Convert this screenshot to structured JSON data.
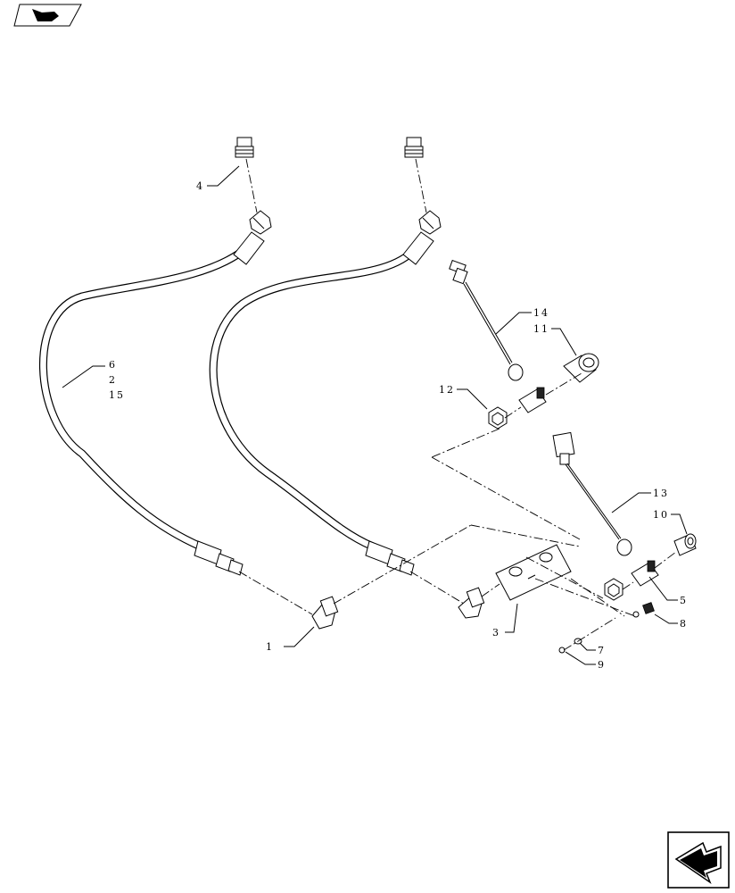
{
  "callouts": {
    "c1": "1",
    "c2": "2",
    "c3": "3",
    "c4": "4",
    "c5": "5",
    "c6": "6",
    "c7": "7",
    "c8": "8",
    "c9": "9",
    "c10": "10",
    "c11": "11",
    "c12": "12",
    "c13": "13",
    "c14": "14",
    "c15": "15"
  },
  "icons": {
    "top_left": "view-direction-arrow-icon",
    "bottom_right": "next-page-arrow-icon"
  }
}
